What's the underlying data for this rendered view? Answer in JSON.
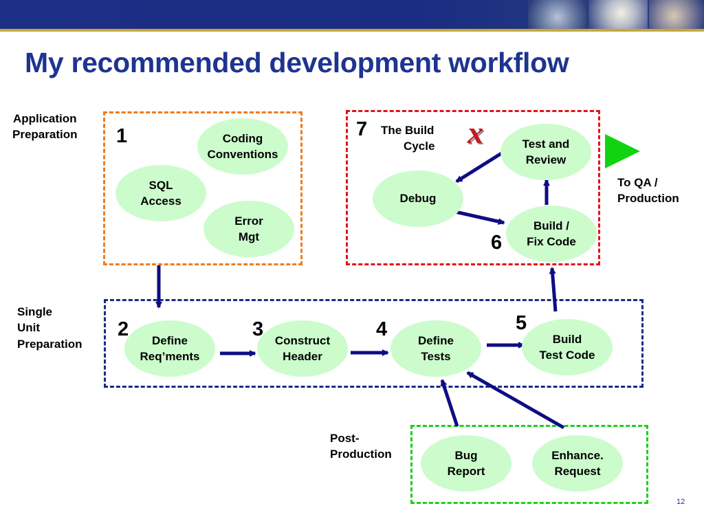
{
  "slide": {
    "title": "My recommended development workflow",
    "page_number": "12"
  },
  "sections": {
    "application_preparation": "Application\nPreparation",
    "single_unit_preparation": "Single\nUnit\nPreparation",
    "post_production": "Post-\nProduction",
    "build_cycle": "The Build\n       Cycle",
    "to_qa": "To QA /\nProduction"
  },
  "steps": {
    "s1": "1",
    "s2": "2",
    "s3": "3",
    "s4": "4",
    "s5": "5",
    "s6": "6",
    "s7": "7"
  },
  "nodes": {
    "coding_conventions": "Coding\nConventions",
    "sql_access": "SQL\nAccess",
    "error_mgt": "Error\nMgt",
    "debug": "Debug",
    "test_and_review": "Test and\nReview",
    "build_fix_code": "Build /\nFix Code",
    "define_reqments": "Define\nReq’ments",
    "construct_header": "Construct\nHeader",
    "define_tests": "Define\nTests",
    "build_test_code": "Build\nTest Code",
    "bug_report": "Bug\nReport",
    "enhance_request": "Enhance.\nRequest"
  },
  "marks": {
    "fail": "x"
  },
  "colors": {
    "title": "#1e3490",
    "banner": "#1c2f86",
    "node_fill": "#ccfccc",
    "arrow": "#0d0d85",
    "app_prep_border": "#f07b1d",
    "build_cycle_border": "#e3101c",
    "unit_prep_border": "#1c2a86",
    "post_prod_border": "#19d11b",
    "play_icon": "#11d411"
  }
}
